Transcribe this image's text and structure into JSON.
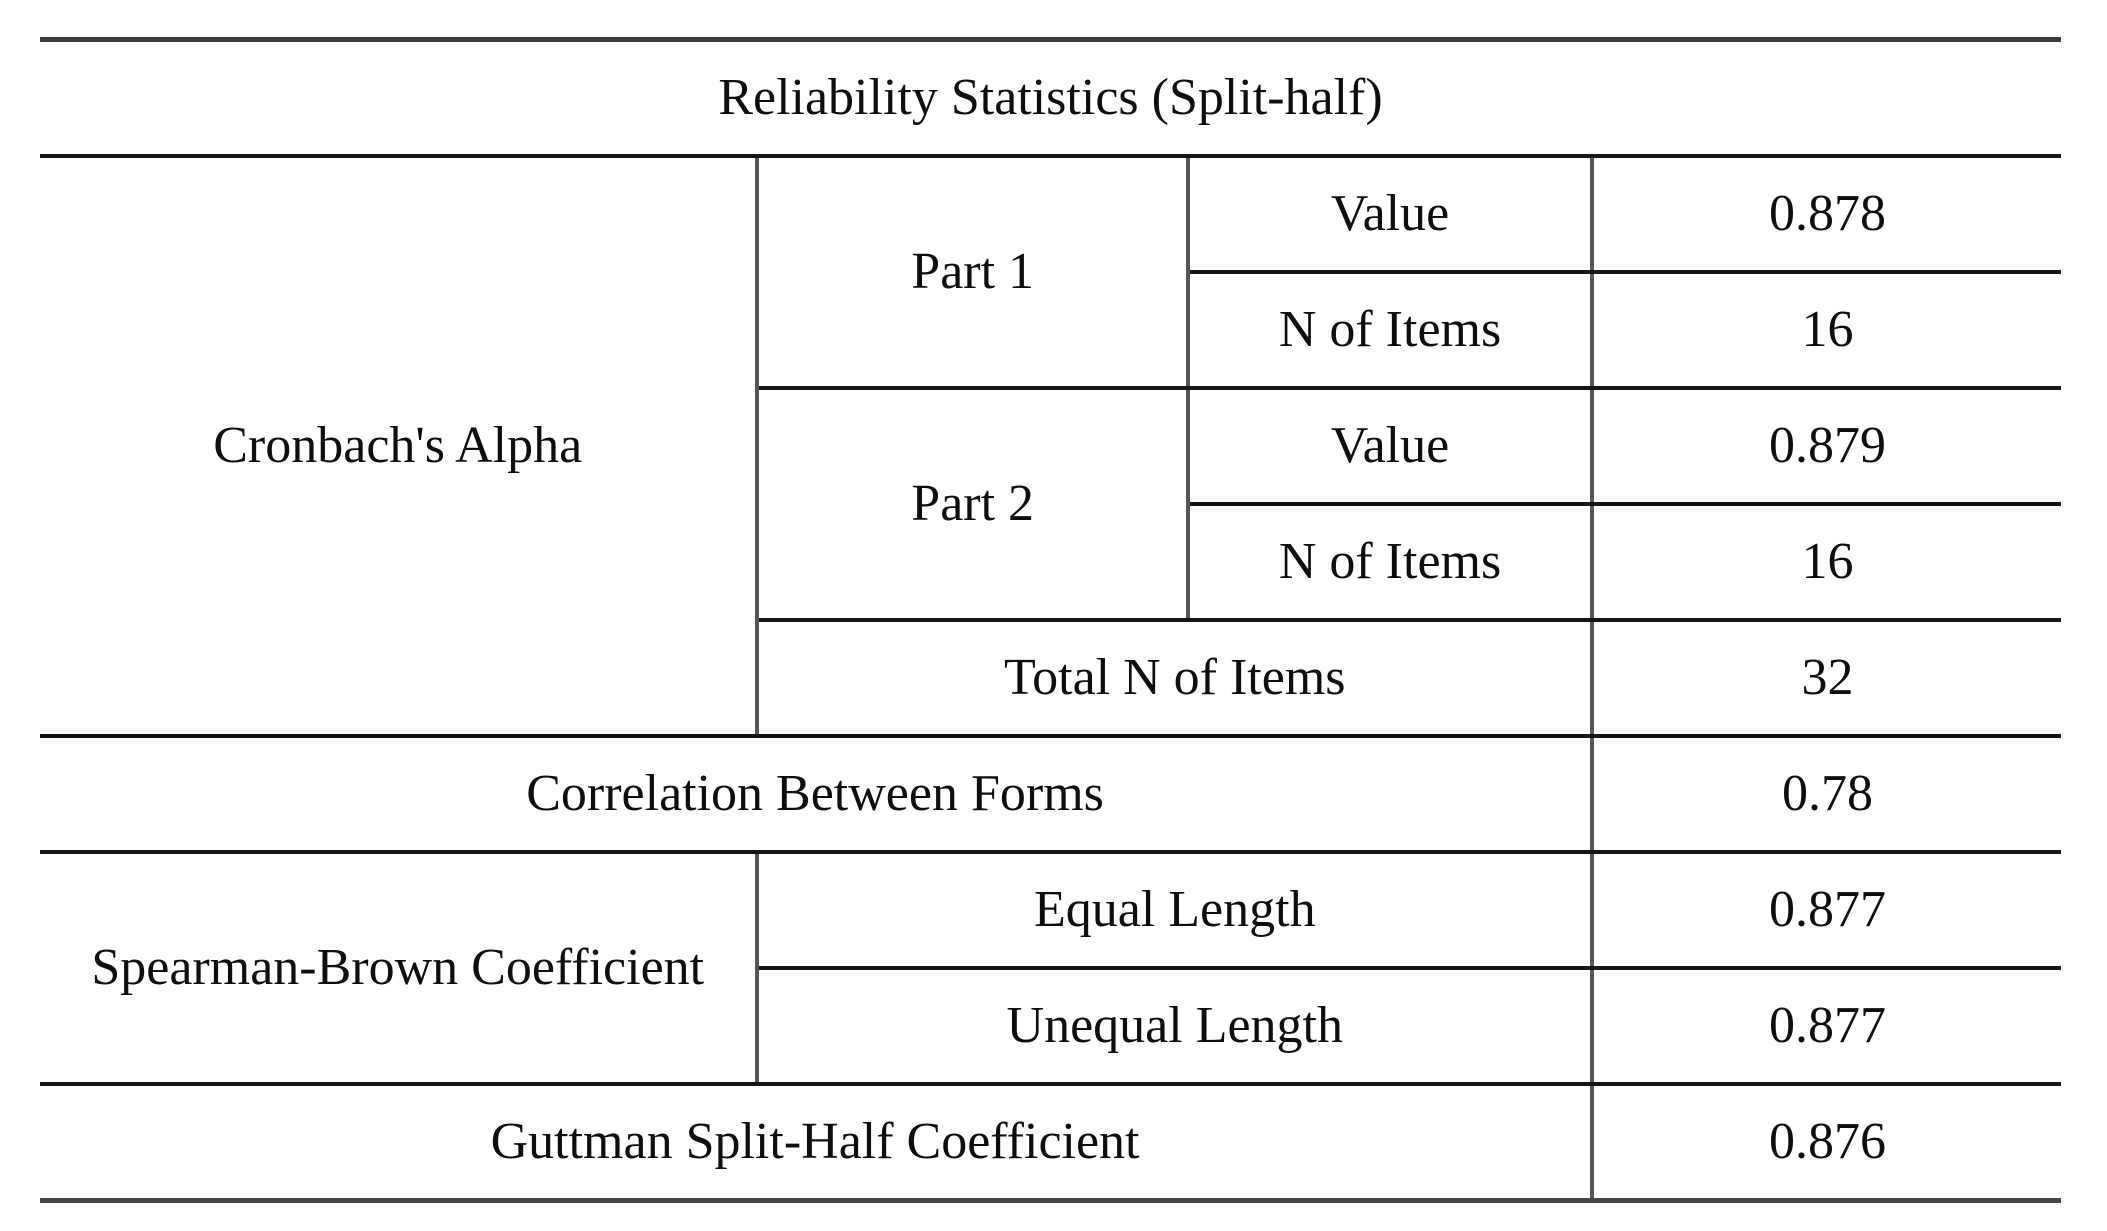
{
  "table": {
    "title": "Reliability Statistics (Split-half)",
    "cronbach": {
      "label": "Cronbach's Alpha",
      "part1": {
        "label": "Part 1",
        "value_label": "Value",
        "value": "0.878",
        "n_label": "N of Items",
        "n": "16"
      },
      "part2": {
        "label": "Part 2",
        "value_label": "Value",
        "value": "0.879",
        "n_label": "N of Items",
        "n": "16"
      },
      "total_label": "Total N of Items",
      "total_value": "32"
    },
    "correlation": {
      "label": "Correlation Between Forms",
      "value": "0.78"
    },
    "spearman": {
      "label": "Spearman-Brown Coefficient",
      "equal_label": "Equal Length",
      "equal_value": "0.877",
      "unequal_label": "Unequal Length",
      "unequal_value": "0.877"
    },
    "guttman": {
      "label": "Guttman Split-Half Coefficient",
      "value": "0.876"
    }
  },
  "chart_data": {
    "type": "table",
    "title": "Reliability Statistics (Split-half)",
    "rows": [
      [
        "Cronbach's Alpha",
        "Part 1",
        "Value",
        0.878
      ],
      [
        "Cronbach's Alpha",
        "Part 1",
        "N of Items",
        16
      ],
      [
        "Cronbach's Alpha",
        "Part 2",
        "Value",
        0.879
      ],
      [
        "Cronbach's Alpha",
        "Part 2",
        "N of Items",
        16
      ],
      [
        "Cronbach's Alpha",
        "Total N of Items",
        "",
        32
      ],
      [
        "Correlation Between Forms",
        "",
        "",
        0.78
      ],
      [
        "Spearman-Brown Coefficient",
        "Equal Length",
        "",
        0.877
      ],
      [
        "Spearman-Brown Coefficient",
        "Unequal Length",
        "",
        0.877
      ],
      [
        "Guttman Split-Half Coefficient",
        "",
        "",
        0.876
      ]
    ],
    "layout": {
      "text_color": "#0e0e0e",
      "outer_rule_color": "#3e3e3e",
      "horizontal_rule_color": "#171717",
      "vertical_rule_color": "#565656",
      "background": "#ffffff"
    }
  }
}
